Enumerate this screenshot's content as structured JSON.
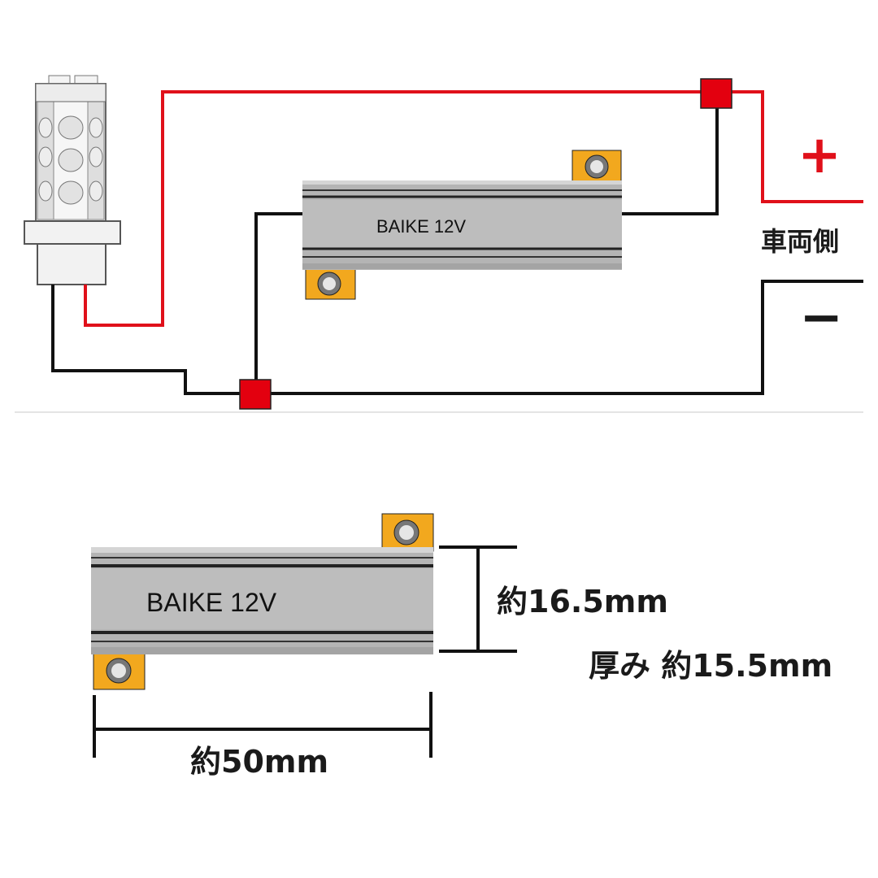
{
  "wiring_diagram": {
    "resistor_label": "BAIKE 12V",
    "plus_sign": "+",
    "vehicle_side_label": "車両側",
    "minus_sign": "−"
  },
  "dimension_drawing": {
    "resistor_label": "BAIKE 12V",
    "height_label": "約16.5mm",
    "thickness_label": "厚み 約15.5mm",
    "length_label": "約50mm"
  },
  "colors": {
    "positive_wire": "#e0101a",
    "negative_wire": "#111111",
    "junction": "#e3000f",
    "terminal_tab": "#f2a81e",
    "resistor_body": "#b4b4b4",
    "positive_sign": "#e0101a"
  }
}
